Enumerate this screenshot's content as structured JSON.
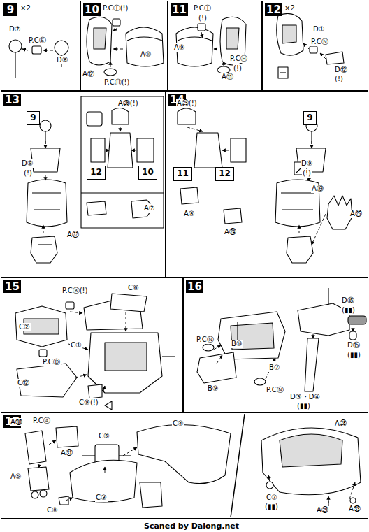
{
  "diagram": {
    "nodes": [
      {
        "text": [
          "9"
        ]
      },
      {
        "text": [
          "10"
        ]
      },
      {
        "text": [
          "11"
        ]
      },
      {
        "text": [
          "12"
        ]
      },
      {
        "text": [
          "13"
        ]
      },
      {
        "text": [
          "9"
        ],
        "in": 4
      },
      {
        "text": [
          "12"
        ],
        "in": 4
      },
      {
        "text": [
          "10"
        ],
        "in": 4
      },
      {
        "text": [
          "14"
        ]
      },
      {
        "text": [
          "9"
        ],
        "in": 8
      },
      {
        "text": [
          "11"
        ],
        "in": 8
      },
      {
        "text": [
          "12"
        ],
        "in": 8
      },
      {
        "text": [
          "15"
        ]
      },
      {
        "text": [
          "16"
        ]
      },
      {
        "text": [
          "17"
        ]
      }
    ],
    "labels": [
      "×2",
      "D⑦",
      "P.CⒺ",
      "D⑧",
      "P.CⒾ(!)",
      "A⑫",
      "A⑩",
      "P.CⒽ(!)",
      "P.CⒾ",
      "(!)",
      "A⑨",
      "A⑪",
      "P.CⒽ",
      "(!)",
      "×2",
      "D①",
      "P.CⓃ",
      "D⑫",
      "(!)",
      "D⑨",
      "(!)",
      "A㉖(!)",
      "A⑦",
      "A㉒",
      "A㉕(!)",
      "D⑨",
      "(!)",
      "A⑲",
      "A㉕",
      "A⑧",
      "A㉔",
      "P.CⓀ(!)",
      "C⑥",
      "C②",
      "P.CⒹ",
      "C①",
      "C⑫",
      "C⑨(!)",
      "D⑮",
      "(▮▮)",
      "D⑮",
      "(▮▮)",
      "P.CⓃ",
      "B⑩",
      "B⑦",
      "B⑨",
      "P.CⓃ",
      "D③・D④",
      "(▮▮)",
      "A㉚",
      "P.CⒶ",
      "A㉛",
      "A⑤",
      "C⑤",
      "C④",
      "C③",
      "C⑧",
      "A㉘",
      "C⑦",
      "(▮▮)",
      "A㉙",
      "A㉝",
      "Scaned by Dalong.net"
    ]
  }
}
